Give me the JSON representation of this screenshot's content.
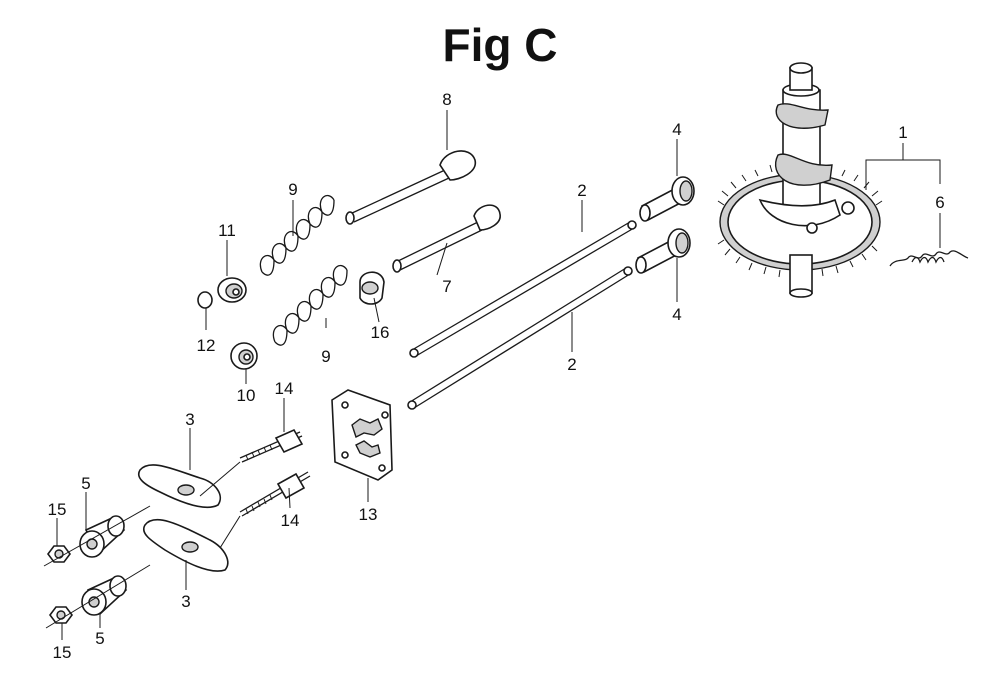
{
  "figure": {
    "title": "Fig C",
    "callouts": [
      {
        "id": "c-1",
        "label": "1"
      },
      {
        "id": "c-6",
        "label": "6"
      },
      {
        "id": "c-8",
        "label": "8"
      },
      {
        "id": "c-9a",
        "label": "9"
      },
      {
        "id": "c-9b",
        "label": "9"
      },
      {
        "id": "c-7",
        "label": "7"
      },
      {
        "id": "c-11",
        "label": "11"
      },
      {
        "id": "c-12",
        "label": "12"
      },
      {
        "id": "c-10",
        "label": "10"
      },
      {
        "id": "c-16",
        "label": "16"
      },
      {
        "id": "c-2a",
        "label": "2"
      },
      {
        "id": "c-2b",
        "label": "2"
      },
      {
        "id": "c-4a",
        "label": "4"
      },
      {
        "id": "c-4b",
        "label": "4"
      },
      {
        "id": "c-14a",
        "label": "14"
      },
      {
        "id": "c-14b",
        "label": "14"
      },
      {
        "id": "c-3a",
        "label": "3"
      },
      {
        "id": "c-3b",
        "label": "3"
      },
      {
        "id": "c-13",
        "label": "13"
      },
      {
        "id": "c-5a",
        "label": "5"
      },
      {
        "id": "c-5b",
        "label": "5"
      },
      {
        "id": "c-15a",
        "label": "15"
      },
      {
        "id": "c-15b",
        "label": "15"
      }
    ]
  }
}
